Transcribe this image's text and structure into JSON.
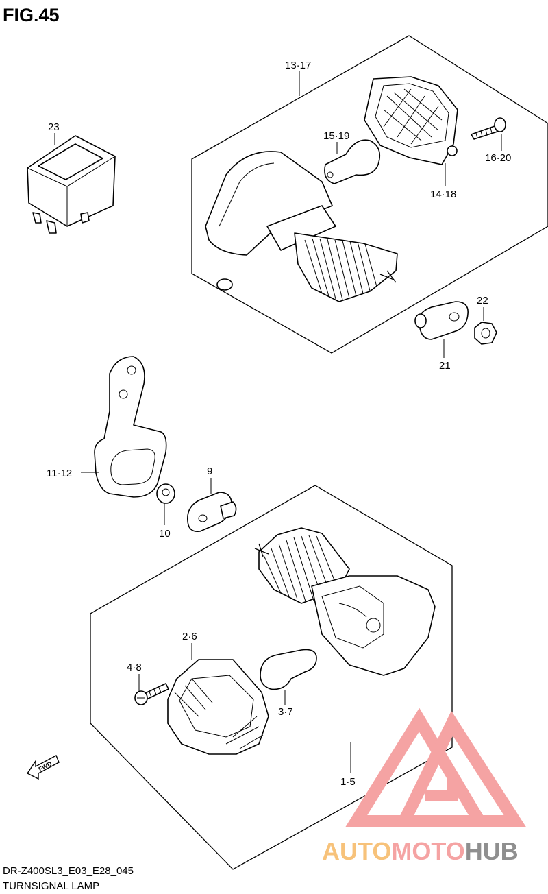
{
  "figure": {
    "title": "FIG.45",
    "code": "DR-Z400SL3_E03_E28_045",
    "name": "TURNSIGNAL LAMP"
  },
  "callouts": {
    "c13_17": "13·17",
    "c15_19": "15·19",
    "c16_20": "16·20",
    "c14_18": "14·18",
    "c22": "22",
    "c21": "21",
    "c23": "23",
    "c11_12": "11·12",
    "c9": "9",
    "c10": "10",
    "c2_6": "2·6",
    "c4_8": "4·8",
    "c3_7": "3·7",
    "c1_5": "1·5"
  },
  "fwd_label": "FWD",
  "watermark": {
    "part1": "AUTO",
    "part2": "MOTO",
    "part3": "HUB",
    "color_main": "#f5a3a3",
    "color_orange": "#f7c27a",
    "color_grey": "#8f8f8f"
  }
}
